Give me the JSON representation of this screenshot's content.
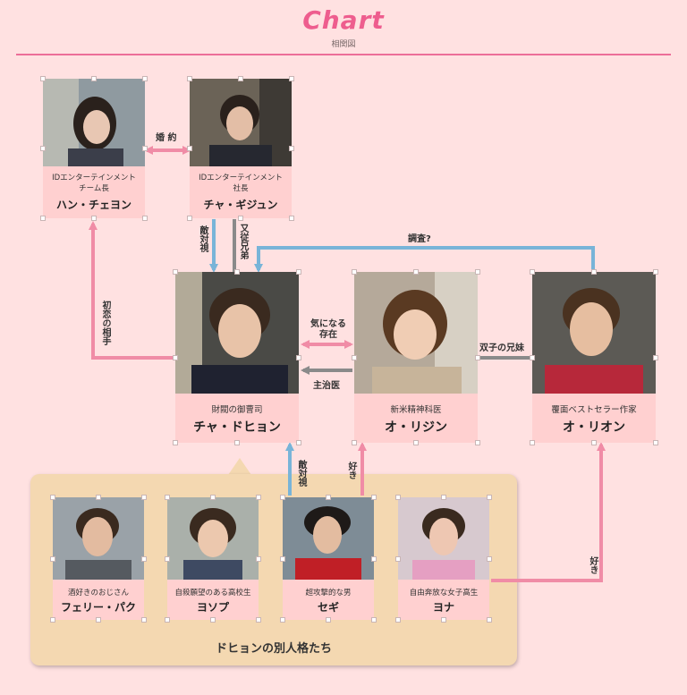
{
  "header": {
    "title": "Chart",
    "subtitle": "相関図"
  },
  "colors": {
    "accent": "#ee5d8e",
    "pink_arrow": "#f08ca6",
    "blue_arrow": "#78b4d8",
    "gray_arrow": "#8a8a8a",
    "group_bg": "#f4d8b1",
    "card_bg": "#ffd0d0"
  },
  "characters": {
    "han": {
      "role_line1": "IDエンターテインメント",
      "role_line2": "チーム長",
      "name": "ハン・チェヨン"
    },
    "gijun": {
      "role_line1": "IDエンターテインメント",
      "role_line2": "社長",
      "name": "チャ・ギジュン"
    },
    "dohyun": {
      "role": "財閥の御曹司",
      "name": "チャ・ドヒョン"
    },
    "rijin": {
      "role": "新米精神科医",
      "name": "オ・リジン"
    },
    "rion": {
      "role": "覆面ベストセラー作家",
      "name": "オ・リオン"
    },
    "perry": {
      "role": "酒好きのおじさん",
      "name": "フェリー・パク"
    },
    "yosop": {
      "role": "自殺願望のある高校生",
      "name": "ヨソプ"
    },
    "segi": {
      "role": "超攻撃的な男",
      "name": "セギ"
    },
    "yona": {
      "role": "自由奔放な女子高生",
      "name": "ヨナ"
    }
  },
  "relations": {
    "engaged": "婚 約",
    "first_love": "初恋の相手",
    "hostile_gijun": "敵対視",
    "second_cousin": "又従兄弟",
    "investigate": "調査?",
    "curious": "気になる存在",
    "attending_doctor": "主治医",
    "twins": "双子の兄妹",
    "hostile_segi": "敵対視",
    "likes_segi": "好き",
    "likes_yona": "好き"
  },
  "group": {
    "label": "ドヒョンの別人格たち"
  }
}
